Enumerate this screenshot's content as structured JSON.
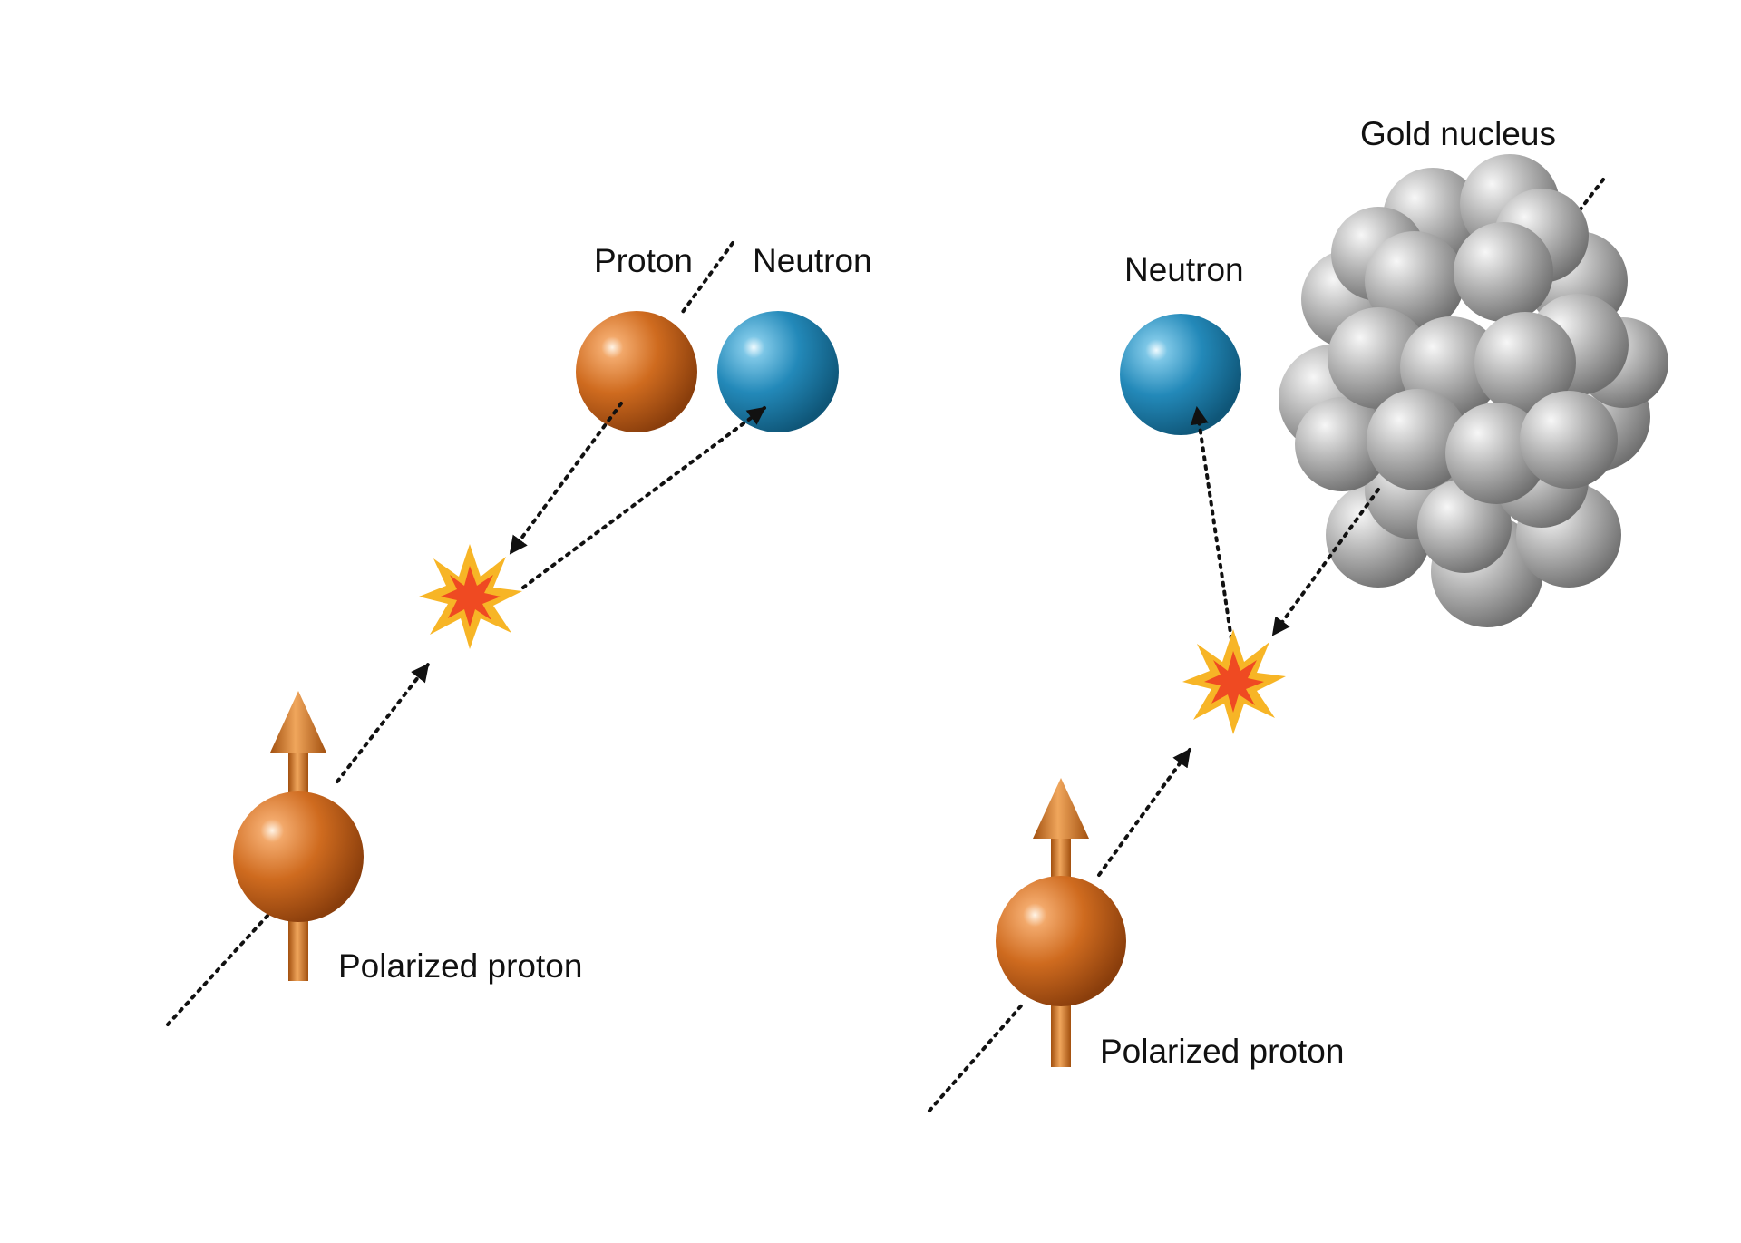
{
  "left_panel": {
    "proton_label": "Proton",
    "neutron_label": "Neutron",
    "polarized_label": "Polarized proton"
  },
  "right_panel": {
    "gold_label": "Gold nucleus",
    "neutron_label": "Neutron",
    "polarized_label": "Polarized proton"
  },
  "colors": {
    "proton": "#c8651c",
    "neutron": "#1f86b5",
    "gold_nucleon": "#a9a9a9",
    "burst_outer": "#f7b526",
    "burst_inner": "#ef4a22"
  }
}
